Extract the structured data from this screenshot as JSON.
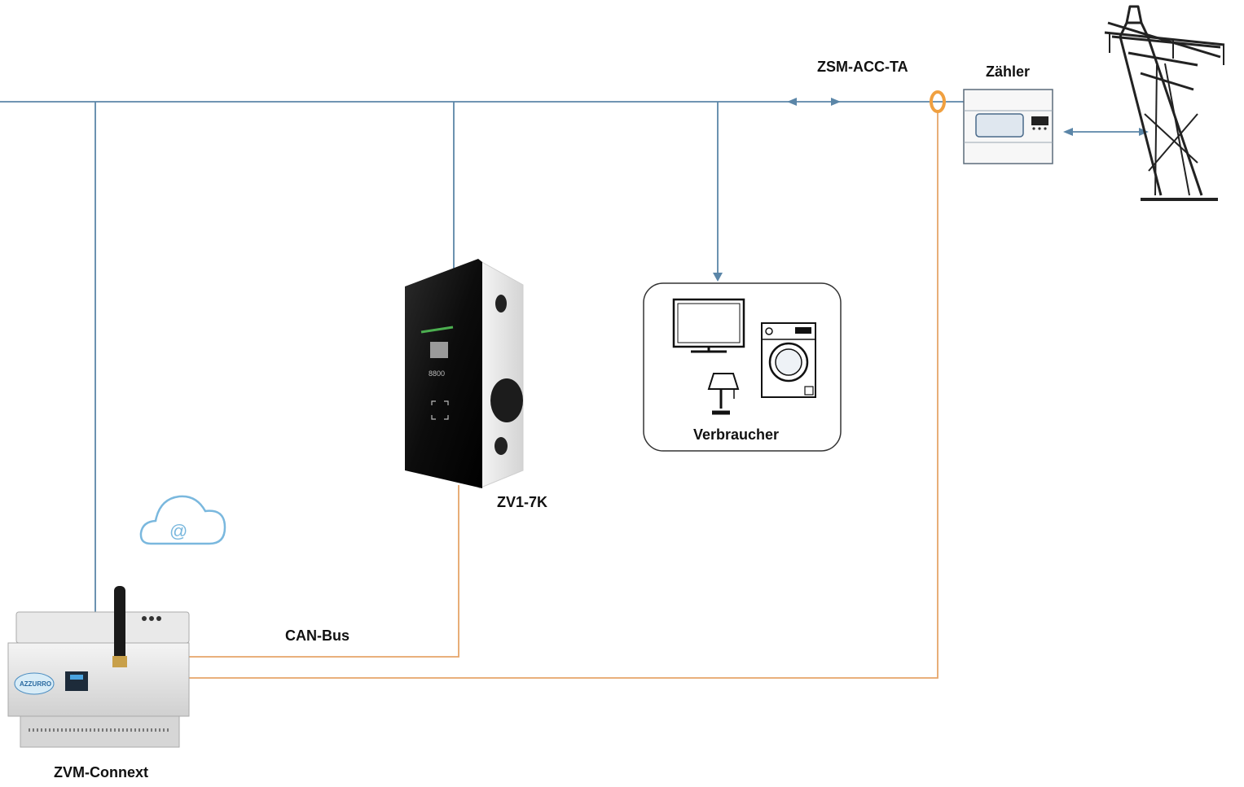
{
  "labels": {
    "sensor": "ZSM-ACC-TA",
    "meter": "Zähler",
    "consumers": "Verbraucher",
    "charger": "ZV1-7K",
    "can_bus": "CAN-Bus",
    "controller": "ZVM-Connext"
  },
  "controller_logo_text": "AZZURRO",
  "cloud_symbol": "@",
  "charger_display_text": "8800",
  "colors": {
    "power_line": "#5b86a8",
    "signal_line": "#e6a56a",
    "ct_clamp": "#f0a040",
    "cloud": "#7ab8de"
  }
}
